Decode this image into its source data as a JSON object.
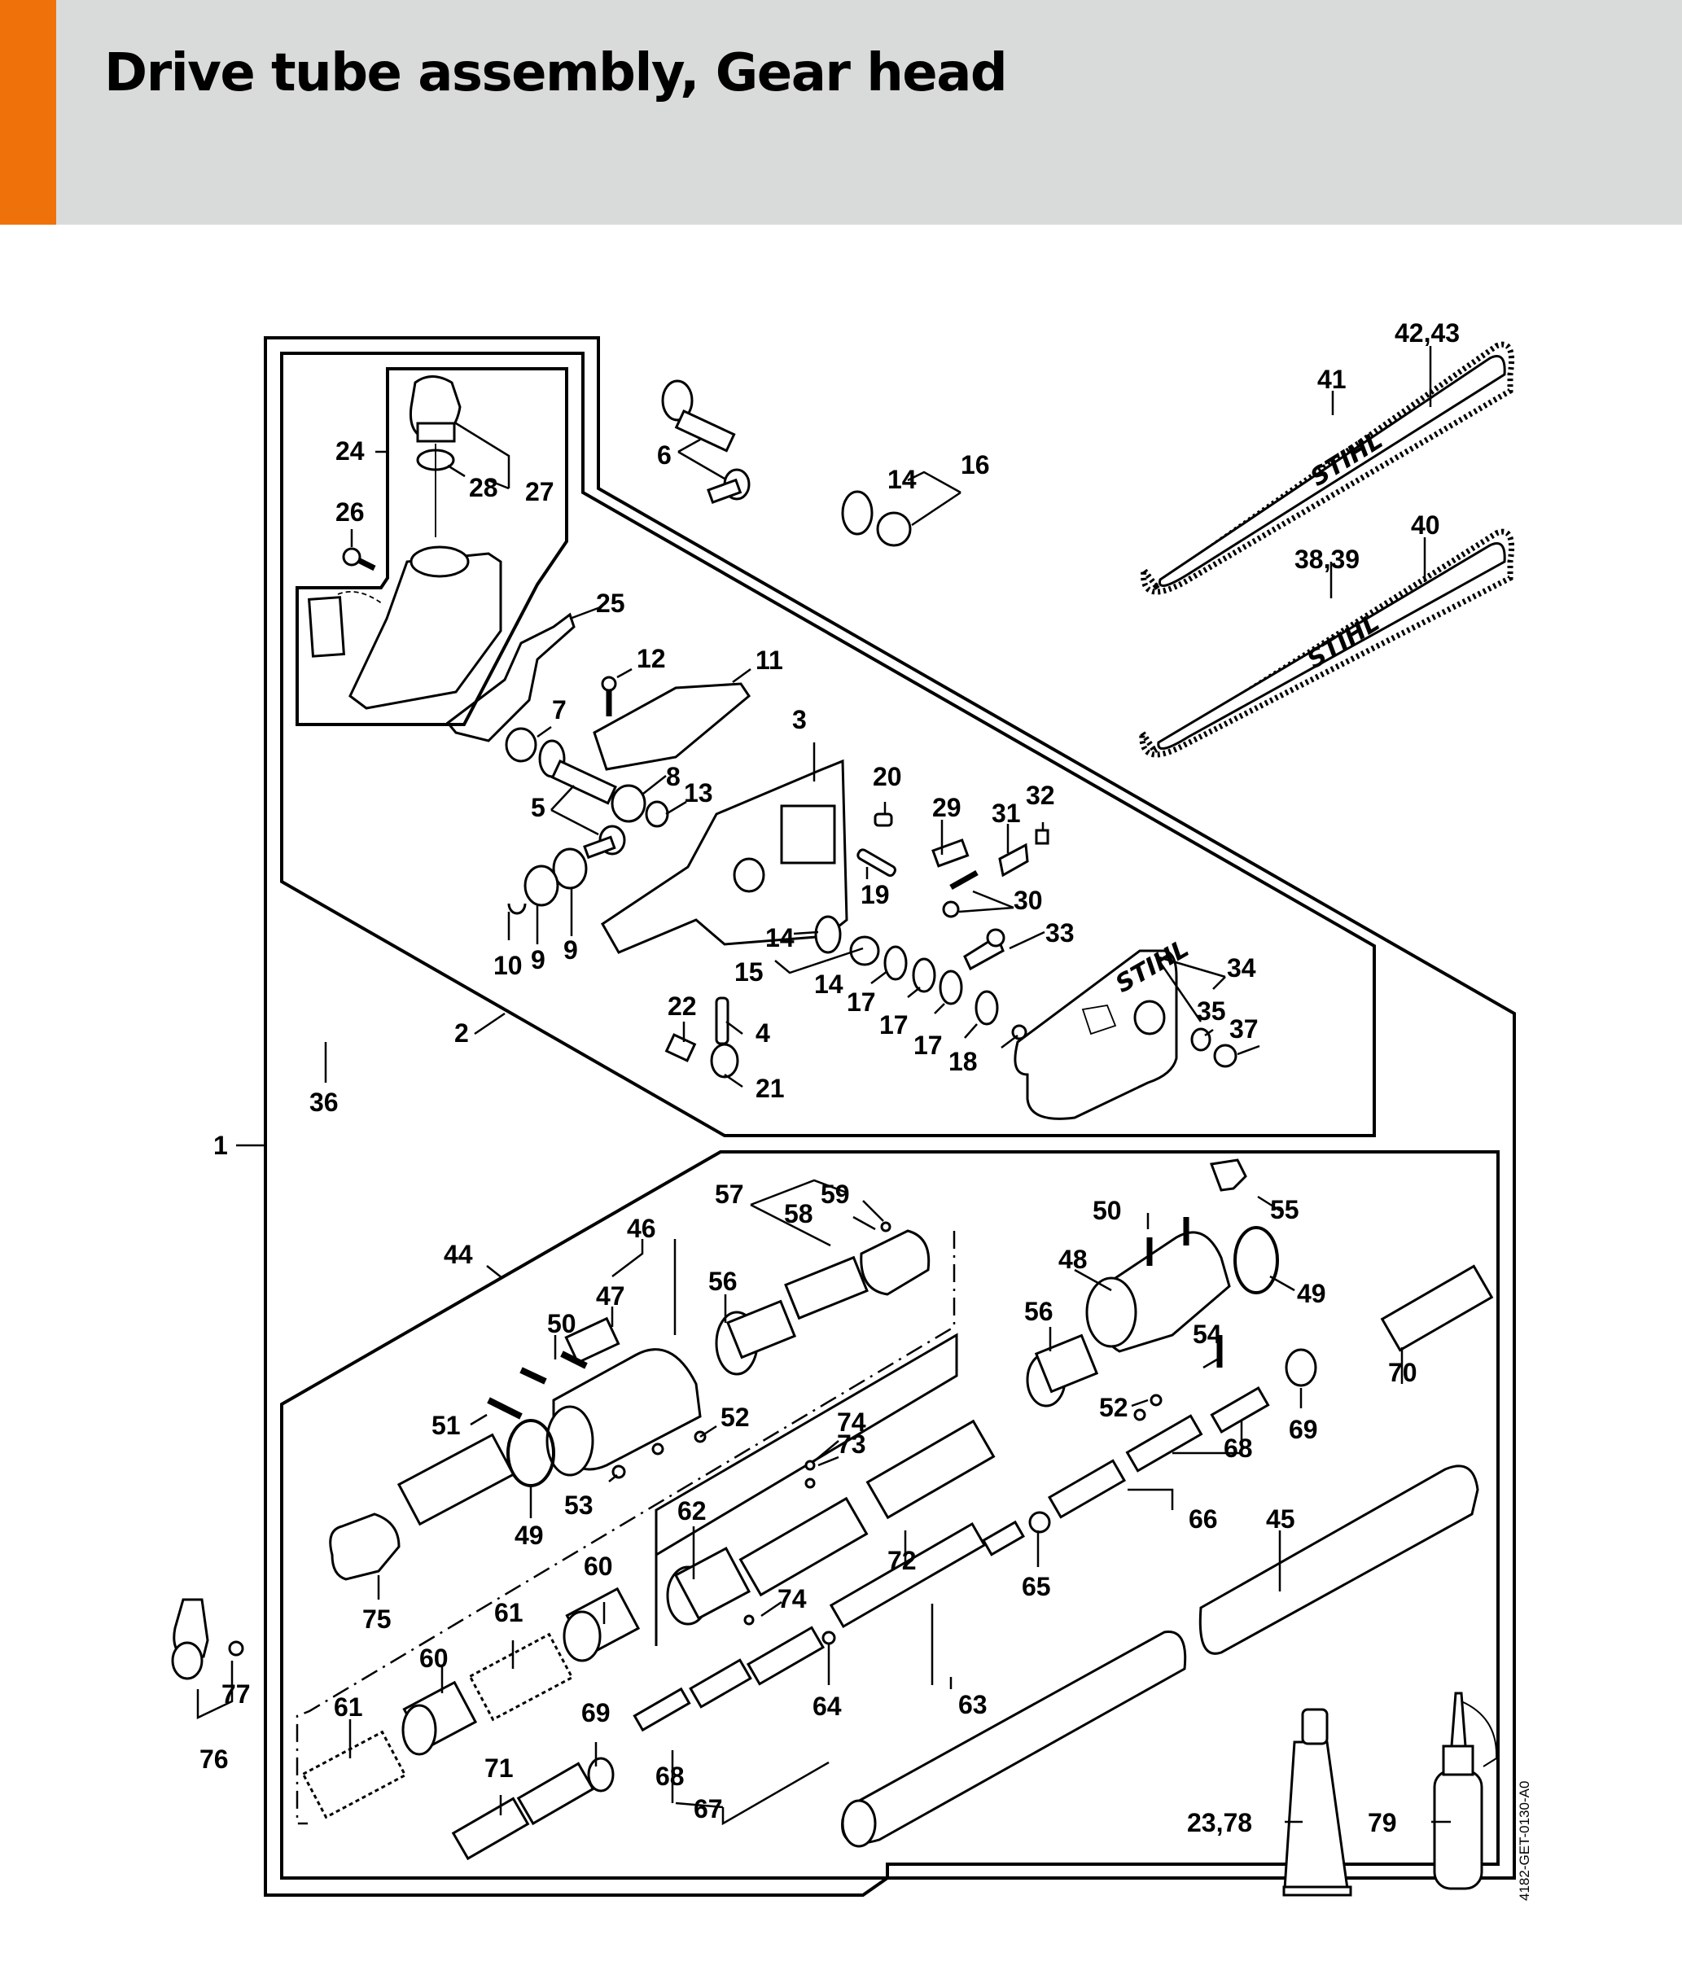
{
  "header": {
    "title": "Drive tube assembly, Gear head",
    "accent_color": "#ef7109",
    "background_color": "#d9dbda"
  },
  "diagram": {
    "brand_logo_text": "STIHL",
    "drawing_reference": "4182-GET-0130-A0",
    "callouts": {
      "c1": "1",
      "c2": "2",
      "c3": "3",
      "c4": "4",
      "c5": "5",
      "c6": "6",
      "c7": "7",
      "c8": "8",
      "c9a": "9",
      "c9b": "9",
      "c10": "10",
      "c11": "11",
      "c12": "12",
      "c13": "13",
      "c14a": "14",
      "c14b": "14",
      "c14c": "14",
      "c15": "15",
      "c16": "16",
      "c17a": "17",
      "c17b": "17",
      "c17c": "17",
      "c18": "18",
      "c19": "19",
      "c20": "20",
      "c21": "21",
      "c22": "22",
      "c23_78": "23,78",
      "c24": "24",
      "c25": "25",
      "c26": "26",
      "c27": "27",
      "c28": "28",
      "c29": "29",
      "c30": "30",
      "c31": "31",
      "c32": "32",
      "c33": "33",
      "c34": "34",
      "c35": "35",
      "c36": "36",
      "c37": "37",
      "c38_39": "38,39",
      "c40": "40",
      "c41": "41",
      "c42_43": "42,43",
      "c44": "44",
      "c45": "45",
      "c46": "46",
      "c47": "47",
      "c48": "48",
      "c49a": "49",
      "c49b": "49",
      "c50a": "50",
      "c50b": "50",
      "c51": "51",
      "c52a": "52",
      "c52b": "52",
      "c53": "53",
      "c54": "54",
      "c55": "55",
      "c56a": "56",
      "c56b": "56",
      "c57": "57",
      "c58": "58",
      "c59": "59",
      "c60a": "60",
      "c60b": "60",
      "c61a": "61",
      "c61b": "61",
      "c62": "62",
      "c63": "63",
      "c64": "64",
      "c65": "65",
      "c66": "66",
      "c67": "67",
      "c68a": "68",
      "c68b": "68",
      "c69a": "69",
      "c69b": "69",
      "c70": "70",
      "c71": "71",
      "c72": "72",
      "c73": "73",
      "c74a": "74",
      "c74b": "74",
      "c75": "75",
      "c76": "76",
      "c77": "77",
      "c79": "79"
    }
  }
}
